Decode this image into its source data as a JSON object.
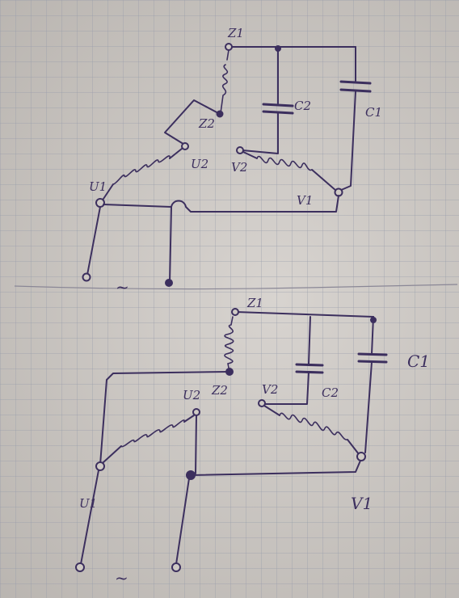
{
  "top": {
    "labels": {
      "z1": "Z1",
      "z2": "Z2",
      "u1": "U1",
      "u2": "U2",
      "v1": "V1",
      "v2": "V2",
      "c1": "C1",
      "c2": "C2",
      "ac": "~"
    }
  },
  "bottom": {
    "labels": {
      "z1": "Z1",
      "z2": "Z2",
      "u1": "U1",
      "u2": "U2",
      "v1": "V1",
      "v2": "V2",
      "c1": "C1",
      "c2": "C2",
      "ac": "~"
    }
  }
}
